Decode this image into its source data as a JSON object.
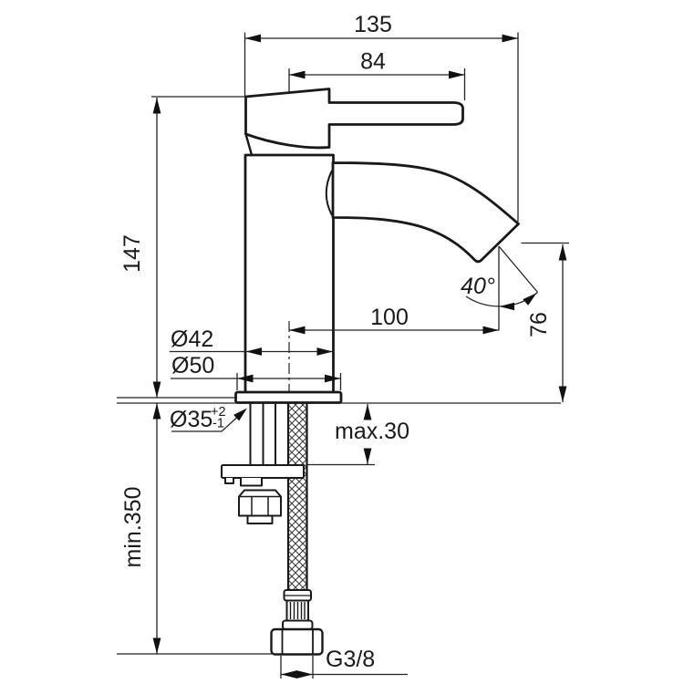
{
  "drawing": {
    "kind": "faucet-dimension-drawing",
    "labels": {
      "width_total": "135",
      "width_handle": "84",
      "height_body": "147",
      "spout_reach": "100",
      "spout_angle": "40°",
      "spout_height": "76",
      "dia_body": "Ø42",
      "dia_base": "Ø50",
      "dia_hole": "Ø35",
      "dia_hole_tol_plus": "+2",
      "dia_hole_tol_minus": "-1",
      "deck_thickness_max": "max.30",
      "hose_length_min": "min.350",
      "thread_size": "G3/8"
    },
    "colors": {
      "line": "#191919",
      "dimension_line": "#222222",
      "text": "#1a1a1a",
      "background": "#ffffff"
    }
  }
}
